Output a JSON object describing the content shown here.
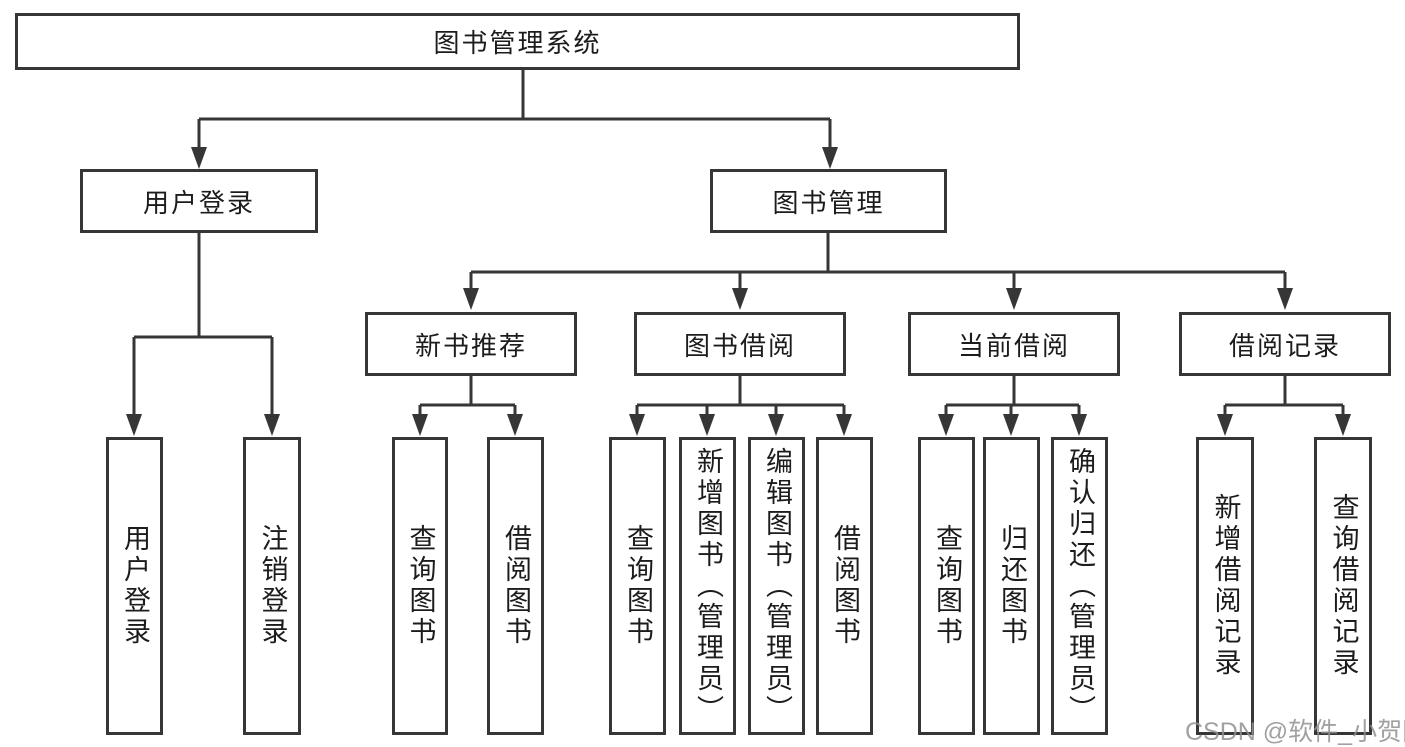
{
  "diagram": {
    "title": "图书管理系统",
    "watermark": "CSDN @软件_小贺同学",
    "colors": {
      "line": "#363636",
      "box_border": "#363636",
      "box_fill": "#ffffff",
      "text": "#1c1c1c",
      "watermark": "#919191",
      "background": "#ffffff"
    },
    "nodes": {
      "root": {
        "label": "图书管理系统"
      },
      "user_login": {
        "label": "用户登录"
      },
      "book_management": {
        "label": "图书管理"
      },
      "new_book_recommend": {
        "label": "新书推荐"
      },
      "book_borrow": {
        "label": "图书借阅"
      },
      "current_borrow": {
        "label": "当前借阅"
      },
      "borrow_records": {
        "label": "借阅记录"
      },
      "leaf_user_login": {
        "label": "用户登录"
      },
      "leaf_logout": {
        "label": "注销登录"
      },
      "leaf_query_book_1": {
        "label": "查询图书"
      },
      "leaf_borrow_book_1": {
        "label": "借阅图书"
      },
      "leaf_query_book_2": {
        "label": "查询图书"
      },
      "leaf_add_book": {
        "label": "新增图书（管理员）"
      },
      "leaf_edit_book": {
        "label": "编辑图书（管理员）"
      },
      "leaf_borrow_book_2": {
        "label": "借阅图书"
      },
      "leaf_query_book_3": {
        "label": "查询图书"
      },
      "leaf_return_book": {
        "label": "归还图书"
      },
      "leaf_confirm_return": {
        "label": "确认归还（管理员）"
      },
      "leaf_add_record": {
        "label": "新增借阅记录"
      },
      "leaf_query_record": {
        "label": "查询借阅记录"
      }
    },
    "hierarchy": {
      "图书管理系统": {
        "用户登录": [
          "用户登录",
          "注销登录"
        ],
        "图书管理": {
          "新书推荐": [
            "查询图书",
            "借阅图书"
          ],
          "图书借阅": [
            "查询图书",
            "新增图书（管理员）",
            "编辑图书（管理员）",
            "借阅图书"
          ],
          "当前借阅": [
            "查询图书",
            "归还图书",
            "确认归还（管理员）"
          ],
          "借阅记录": [
            "新增借阅记录",
            "查询借阅记录"
          ]
        }
      }
    }
  }
}
